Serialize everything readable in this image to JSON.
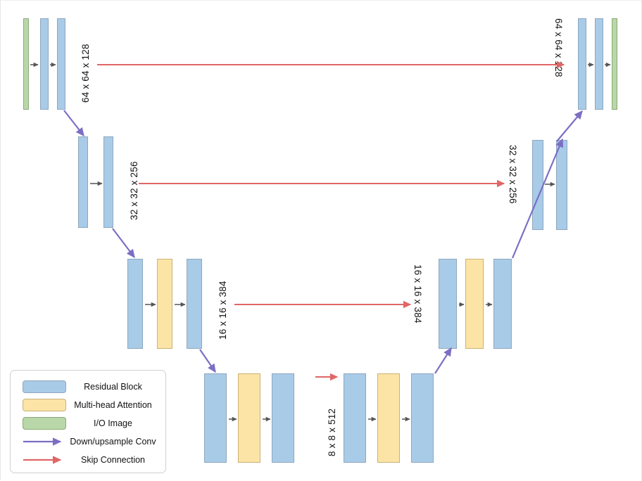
{
  "diagram": {
    "title": "U-Net diffusion model architecture",
    "colors": {
      "residual_block": "#a8cbe8",
      "multi_head_attention": "#fce4a6",
      "io_image": "#b9d7a8",
      "downsample_conv_arrow": "#7b6fc4",
      "skip_connection_arrow": "#e06666",
      "inline_arrow": "#555555",
      "block_border": "#9a9a9a",
      "background": "#ffffff"
    },
    "levels": [
      {
        "id": "level-1",
        "resolution_label_left": "64 x 64 x 128",
        "resolution_label_right": "64 x 64 x 128",
        "encoder_blocks": [
          "I/O Image",
          "Residual Block",
          "Residual Block"
        ],
        "decoder_blocks": [
          "Residual Block",
          "Residual Block",
          "I/O Image"
        ]
      },
      {
        "id": "level-2",
        "resolution_label_left": "32 x 32 x 256",
        "resolution_label_right": "32 x 32 x 256",
        "encoder_blocks": [
          "Residual Block",
          "Residual Block"
        ],
        "decoder_blocks": [
          "Residual Block",
          "Residual Block"
        ]
      },
      {
        "id": "level-3",
        "resolution_label_left": "16 x 16 x 384",
        "resolution_label_right": "16 x 16 x 384",
        "encoder_blocks": [
          "Residual Block",
          "Multi-head Attention",
          "Residual Block"
        ],
        "decoder_blocks": [
          "Residual Block",
          "Multi-head Attention",
          "Residual Block"
        ]
      },
      {
        "id": "level-4",
        "resolution_label_left": "8 x 8 x 512",
        "resolution_label_right": "",
        "encoder_blocks": [
          "Residual Block",
          "Multi-head Attention",
          "Residual Block"
        ],
        "decoder_blocks": [
          "Residual Block",
          "Multi-head Attention",
          "Residual Block"
        ]
      }
    ],
    "labels": {
      "l1_left": "64 x 64 x 128",
      "l1_right": "64 x 64 x 128",
      "l2_left": "32 x 32 x 256",
      "l2_right": "32 x 32 x 256",
      "l3_left": "16 x 16 x 384",
      "l3_right": "16 x 16 x 384",
      "l4_mid": "8 x 8 x 512"
    }
  },
  "legend": {
    "items": [
      {
        "key": "residual-block",
        "label": "Residual Block",
        "type": "swatch",
        "color": "#a8cbe8"
      },
      {
        "key": "multi-head-attention",
        "label": "Multi-head Attention",
        "type": "swatch",
        "color": "#fce4a6"
      },
      {
        "key": "io-image",
        "label": "I/O Image",
        "type": "swatch",
        "color": "#b9d7a8"
      },
      {
        "key": "down-upsample-conv",
        "label": "Down/upsample Conv",
        "type": "arrow",
        "color": "#7b6fc4"
      },
      {
        "key": "skip-connection",
        "label": "Skip Connection",
        "type": "arrow",
        "color": "#e06666"
      }
    ]
  }
}
